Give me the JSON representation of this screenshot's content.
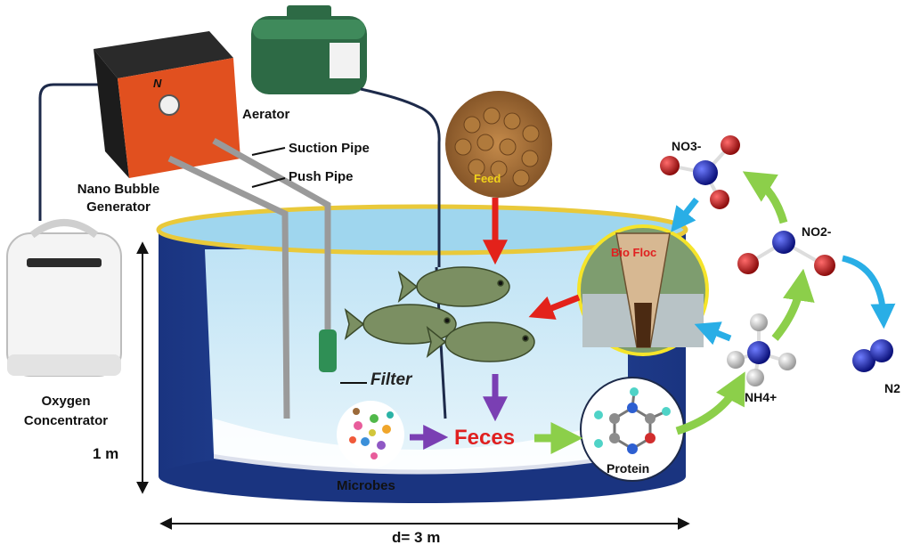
{
  "labels": {
    "aerator": "Aerator",
    "suction_pipe": "Suction Pipe",
    "push_pipe": "Push Pipe",
    "nano_bubble_generator_line1": "Nano Bubble",
    "nano_bubble_generator_line2": "Generator",
    "oxygen_concentrator_line1": "Oxygen",
    "oxygen_concentrator_line2": "Concentrator",
    "height": "1 m",
    "diameter": "d= 3 m",
    "filter": "Filter",
    "feed": "Feed",
    "bio_floc": "Bio Floc",
    "feces": "Feces",
    "microbes": "Microbes",
    "protein": "Protein",
    "nitrate": "NO3-",
    "nitrite": "NO2-",
    "ammonium": "NH4+",
    "nitrogen_gas": "N2"
  },
  "colors": {
    "tank_blue": "#1f3d8c",
    "tank_rim": "#e9c93a",
    "water": "#cfe8f6",
    "arrow_red": "#e3221b",
    "arrow_purple": "#7a3fb3",
    "arrow_green": "#8ccf4a",
    "arrow_blue": "#29aee6",
    "generator_orange": "#e1501f",
    "aerator_green": "#2d6a45",
    "feces_red": "#e02020",
    "feed_yellow": "#f1d21a"
  }
}
